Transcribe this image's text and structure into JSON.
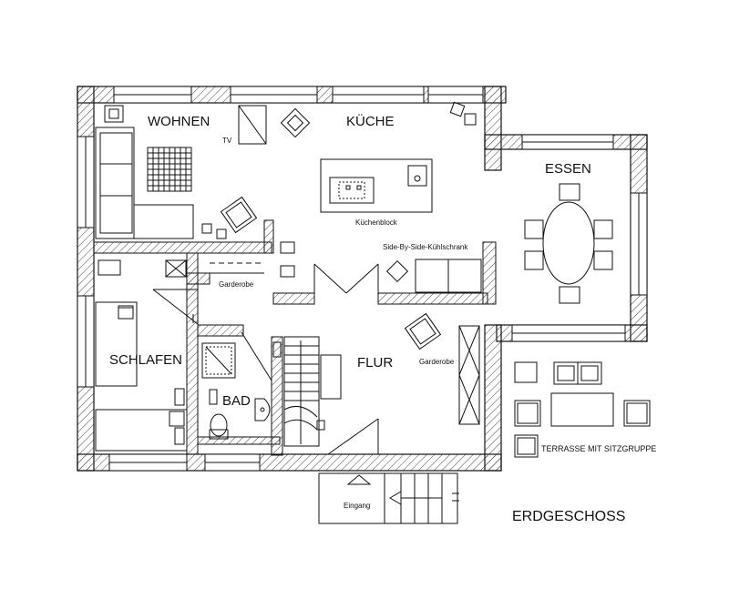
{
  "plan": {
    "title": "ERDGESCHOSS",
    "rooms": {
      "wohnen": "WOHNEN",
      "kueche": "KÜCHE",
      "essen": "ESSEN",
      "schlafen": "SCHLAFEN",
      "bad": "BAD",
      "flur": "FLUR"
    },
    "labels": {
      "tv": "TV",
      "kuechenblock": "Küchenblock",
      "kuehlschrank": "Side-By-Side-Kühlschrank",
      "garderobe_schlafen": "Garderobe",
      "garderobe_flur": "Garderobe",
      "eingang": "Eingang",
      "terrasse": "TERRASSE MIT SITZGRUPPE"
    },
    "colors": {
      "wall_stroke": "#111111",
      "hatch": "#444444",
      "background": "#ffffff"
    }
  }
}
